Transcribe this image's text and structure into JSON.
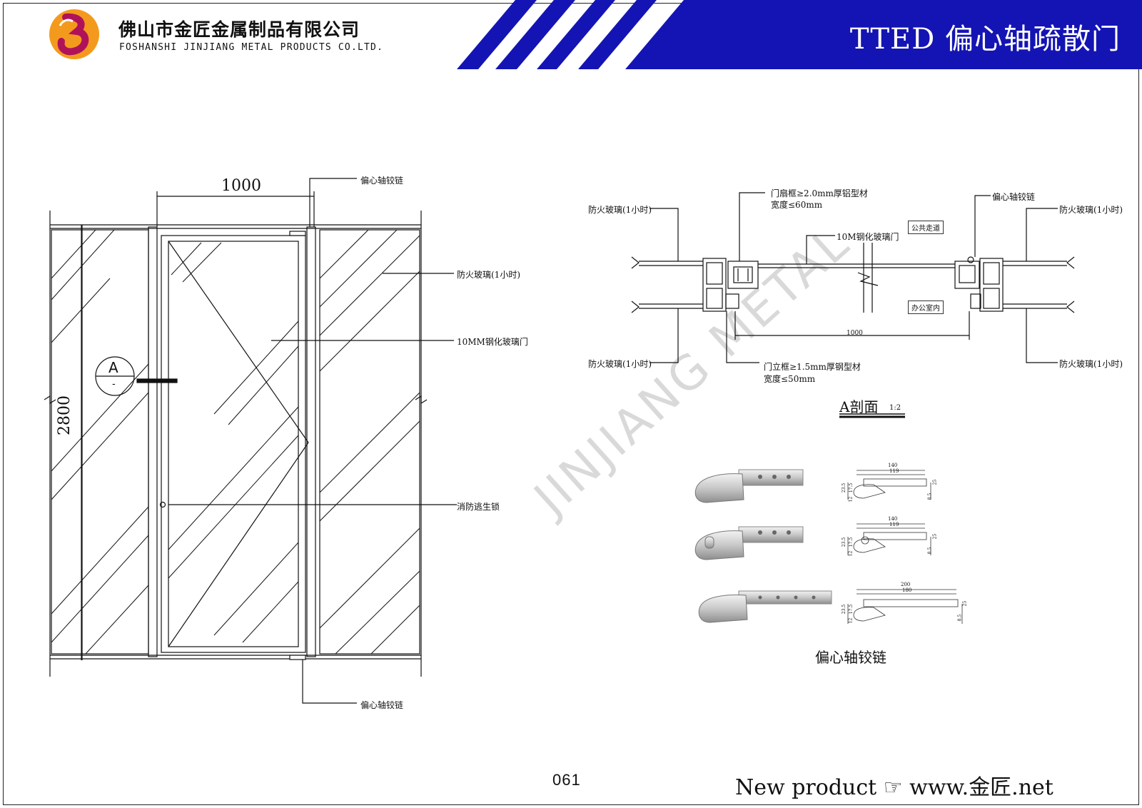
{
  "header": {
    "company_cn": "佛山市金匠金属制品有限公司",
    "company_en": "FOSHANSHI JINJIANG METAL PRODUCTS CO.LTD.",
    "title": "TTED  偏心轴疏散门",
    "brand_color": "#1414b4"
  },
  "elevation": {
    "width_dim": "1000",
    "height_dim": "2800",
    "section_marker": "A",
    "section_marker_sub": "-",
    "labels": {
      "hinge_top": "偏心轴铰链",
      "fire_glass": "防火玻璃(1小时)",
      "tempered_door": "10MM钢化玻璃门",
      "fire_lock": "消防逃生锁",
      "hinge_bottom": "偏心轴铰链"
    }
  },
  "section": {
    "labels": {
      "fire_glass_tl": "防火玻璃(1小时)",
      "fire_glass_bl": "防火玻璃(1小时)",
      "fire_glass_tr": "防火玻璃(1小时)",
      "fire_glass_br": "防火玻璃(1小时)",
      "door_frame": "门扇框≥2.0mm厚铝型材",
      "door_frame_width": "宽度≤60mm",
      "hinge": "偏心轴铰链",
      "tempered_door": "10M钢化玻璃门",
      "public_corridor": "公共走道",
      "office": "办公室内",
      "door_post": "门立框≥1.5mm厚钢型材",
      "door_post_width": "宽度≤50mm",
      "width_dim": "1000"
    },
    "title": "A剖面",
    "scale": "1:2"
  },
  "hinges": {
    "caption": "偏心轴铰链",
    "dims": [
      {
        "overall": "140",
        "inner": "119",
        "h1": "23.5",
        "h2": "17.5",
        "h3": "12",
        "h4": "8.5",
        "h5": "25"
      },
      {
        "overall": "140",
        "inner": "119",
        "h1": "23.5",
        "h2": "17.5",
        "h3": "12",
        "h4": "8.5",
        "h5": "25"
      },
      {
        "overall": "200",
        "inner": "180",
        "h1": "23.5",
        "h2": "17.5",
        "h3": "12",
        "h4": "8.5",
        "h5": "25"
      }
    ]
  },
  "watermark": "JINJIANG  METAL",
  "footer": {
    "page_number": "061",
    "note": "New product ☞ www.金匠.net"
  }
}
